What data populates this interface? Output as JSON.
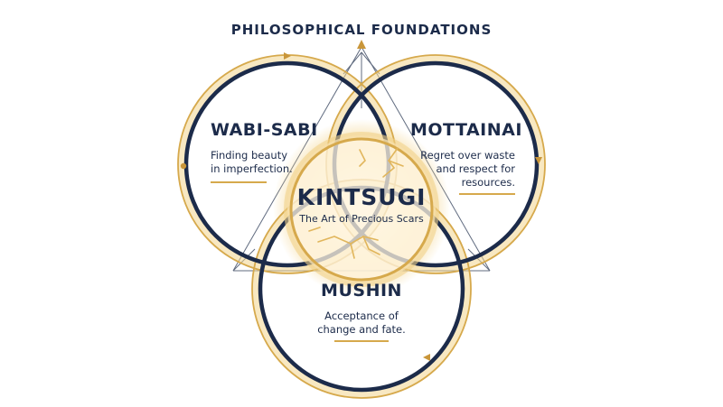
{
  "title": "PHILOSOPHICAL FOUNDATIONS",
  "center": {
    "heading": "KINTSUGI",
    "subheading": "The Art of Precious Scars"
  },
  "circles": {
    "wabi_sabi": {
      "heading": "WABI-SABI",
      "lines": [
        "Finding beauty",
        "in imperfection."
      ]
    },
    "mottainai": {
      "heading": "MOTTAINAI",
      "lines": [
        "Regret over waste",
        "and respect for",
        "resources."
      ]
    },
    "mushin": {
      "heading": "MUSHIN",
      "lines": [
        "Acceptance of",
        "change and fate."
      ]
    }
  },
  "colors": {
    "navy": "#1c2b4a",
    "gold": "#d6a94c",
    "glow": "#f6dc96"
  }
}
